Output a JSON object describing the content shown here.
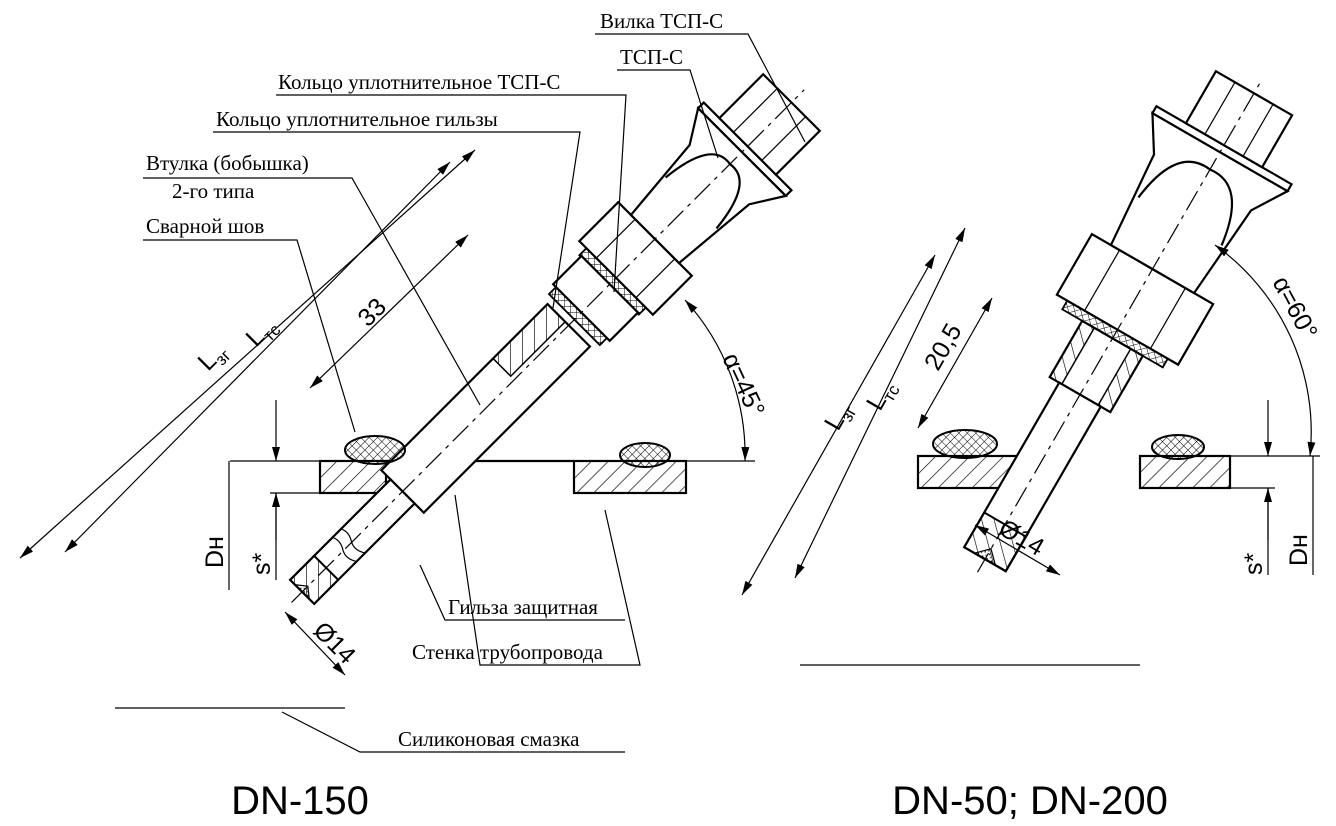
{
  "left_view": {
    "caption": "DN-150",
    "labels": {
      "plug": "Вилка ТСП-С",
      "sensor": "ТСП-С",
      "ring_sensor": "Кольцо уплотнительное ТСП-С",
      "ring_sleeve": "Кольцо уплотнительное гильзы",
      "bushing_line1": "Втулка (бобышка)",
      "bushing_line2": "2-го типа",
      "weld": "Сварной шов",
      "sleeve": "Гильза защитная",
      "pipe_wall": "Стенка трубопровода",
      "grease": "Силиконовая смазка"
    },
    "dims": {
      "l_sleeve": "L",
      "l_sleeve_sub": "зг",
      "l_sensor": "L",
      "l_sensor_sub": "тс",
      "depth": "33",
      "angle": "α=45°",
      "diameter": "Ø14",
      "dn": "Dн",
      "s": "s*"
    }
  },
  "right_view": {
    "caption": "DN-50; DN-200",
    "dims": {
      "l_sleeve": "L",
      "l_sleeve_sub": "зг",
      "l_sensor": "L",
      "l_sensor_sub": "тс",
      "depth": "20,5",
      "angle": "α=60°",
      "diameter": "Ø14",
      "dn": "Dн",
      "s": "s*"
    }
  }
}
